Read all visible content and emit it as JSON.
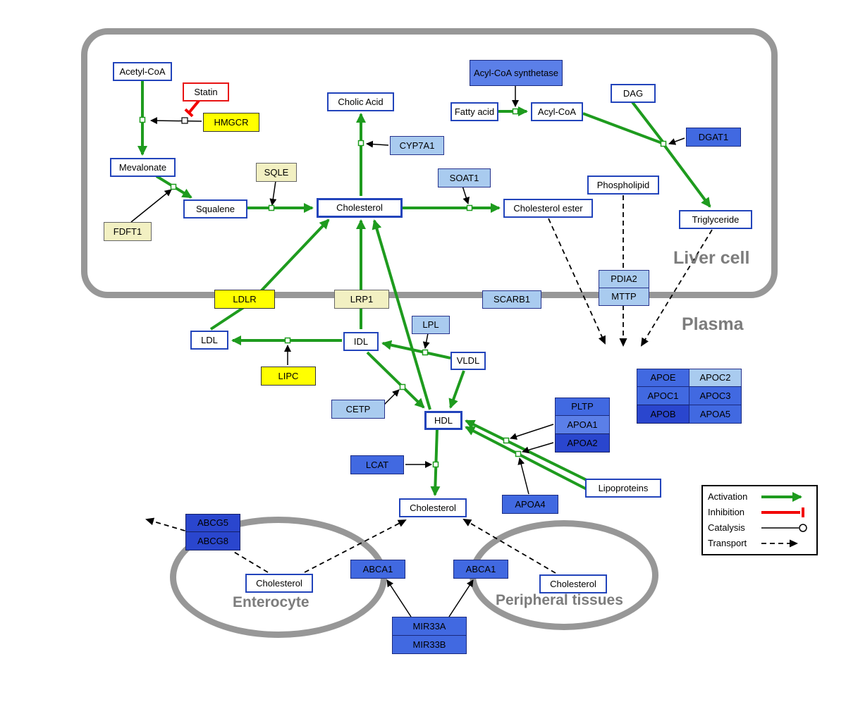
{
  "compartments": {
    "liver": "Liver cell",
    "plasma": "Plasma",
    "enterocyte": "Enterocyte",
    "peripheral": "Peripheral tissues"
  },
  "nodes": {
    "acetyl_coa": "Acetyl-CoA",
    "statin": "Statin",
    "hmgcr": "HMGCR",
    "mevalonate": "Mevalonate",
    "sqle": "SQLE",
    "fdft1": "FDFT1",
    "squalene": "Squalene",
    "cholic_acid": "Cholic Acid",
    "cyp7a1": "CYP7A1",
    "cholesterol_liver": "Cholesterol",
    "soat1": "SOAT1",
    "cholesterol_ester": "Cholesterol ester",
    "acyl_coa_synthetase": "Acyl-CoA synthetase",
    "fatty_acid": "Fatty acid",
    "acyl_coa": "Acyl-CoA",
    "dag": "DAG",
    "dgat1": "DGAT1",
    "phospholipid": "Phospholipid",
    "triglyceride": "Triglyceride",
    "pdia2": "PDIA2",
    "mttp": "MTTP",
    "ldlr": "LDLR",
    "lrp1": "LRP1",
    "scarb1": "SCARB1",
    "ldl": "LDL",
    "idl": "IDL",
    "lpl": "LPL",
    "vldl": "VLDL",
    "lipc": "LIPC",
    "cetp": "CETP",
    "hdl": "HDL",
    "pltp": "PLTP",
    "apoa1": "APOA1",
    "apoa2": "APOA2",
    "lcat": "LCAT",
    "apoa4": "APOA4",
    "lipoproteins": "Lipoproteins",
    "apoe": "APOE",
    "apoc2": "APOC2",
    "apoc1": "APOC1",
    "apoc3": "APOC3",
    "apob": "APOB",
    "apoa5": "APOA5",
    "cholesterol_plasma": "Cholesterol",
    "abcg5": "ABCG5",
    "abcg8": "ABCG8",
    "cholesterol_enterocyte": "Cholesterol",
    "abca1_enterocyte": "ABCA1",
    "abca1_peripheral": "ABCA1",
    "cholesterol_peripheral": "Cholesterol",
    "mir33a": "MIR33A",
    "mir33b": "MIR33B"
  },
  "legend": {
    "activation": "Activation",
    "inhibition": "Inhibition",
    "catalysis": "Catalysis",
    "transport": "Transport"
  },
  "colors": {
    "activation-green": "#1E9B1E",
    "inhibition-red": "#F20000",
    "membrane-gray": "#979797",
    "label-gray": "#7C7C7C",
    "metabolite-border": "#2244BB",
    "gene-yellow": "#FFFF00",
    "gene-pale-yellow": "#F2F0C2",
    "gene-light-blue": "#A9CBEF",
    "gene-blue": "#4169E1",
    "gene-blue-light": "#5B7FE8",
    "gene-blue-dark": "#2A46CE",
    "statin-border-red": "#E81313"
  }
}
